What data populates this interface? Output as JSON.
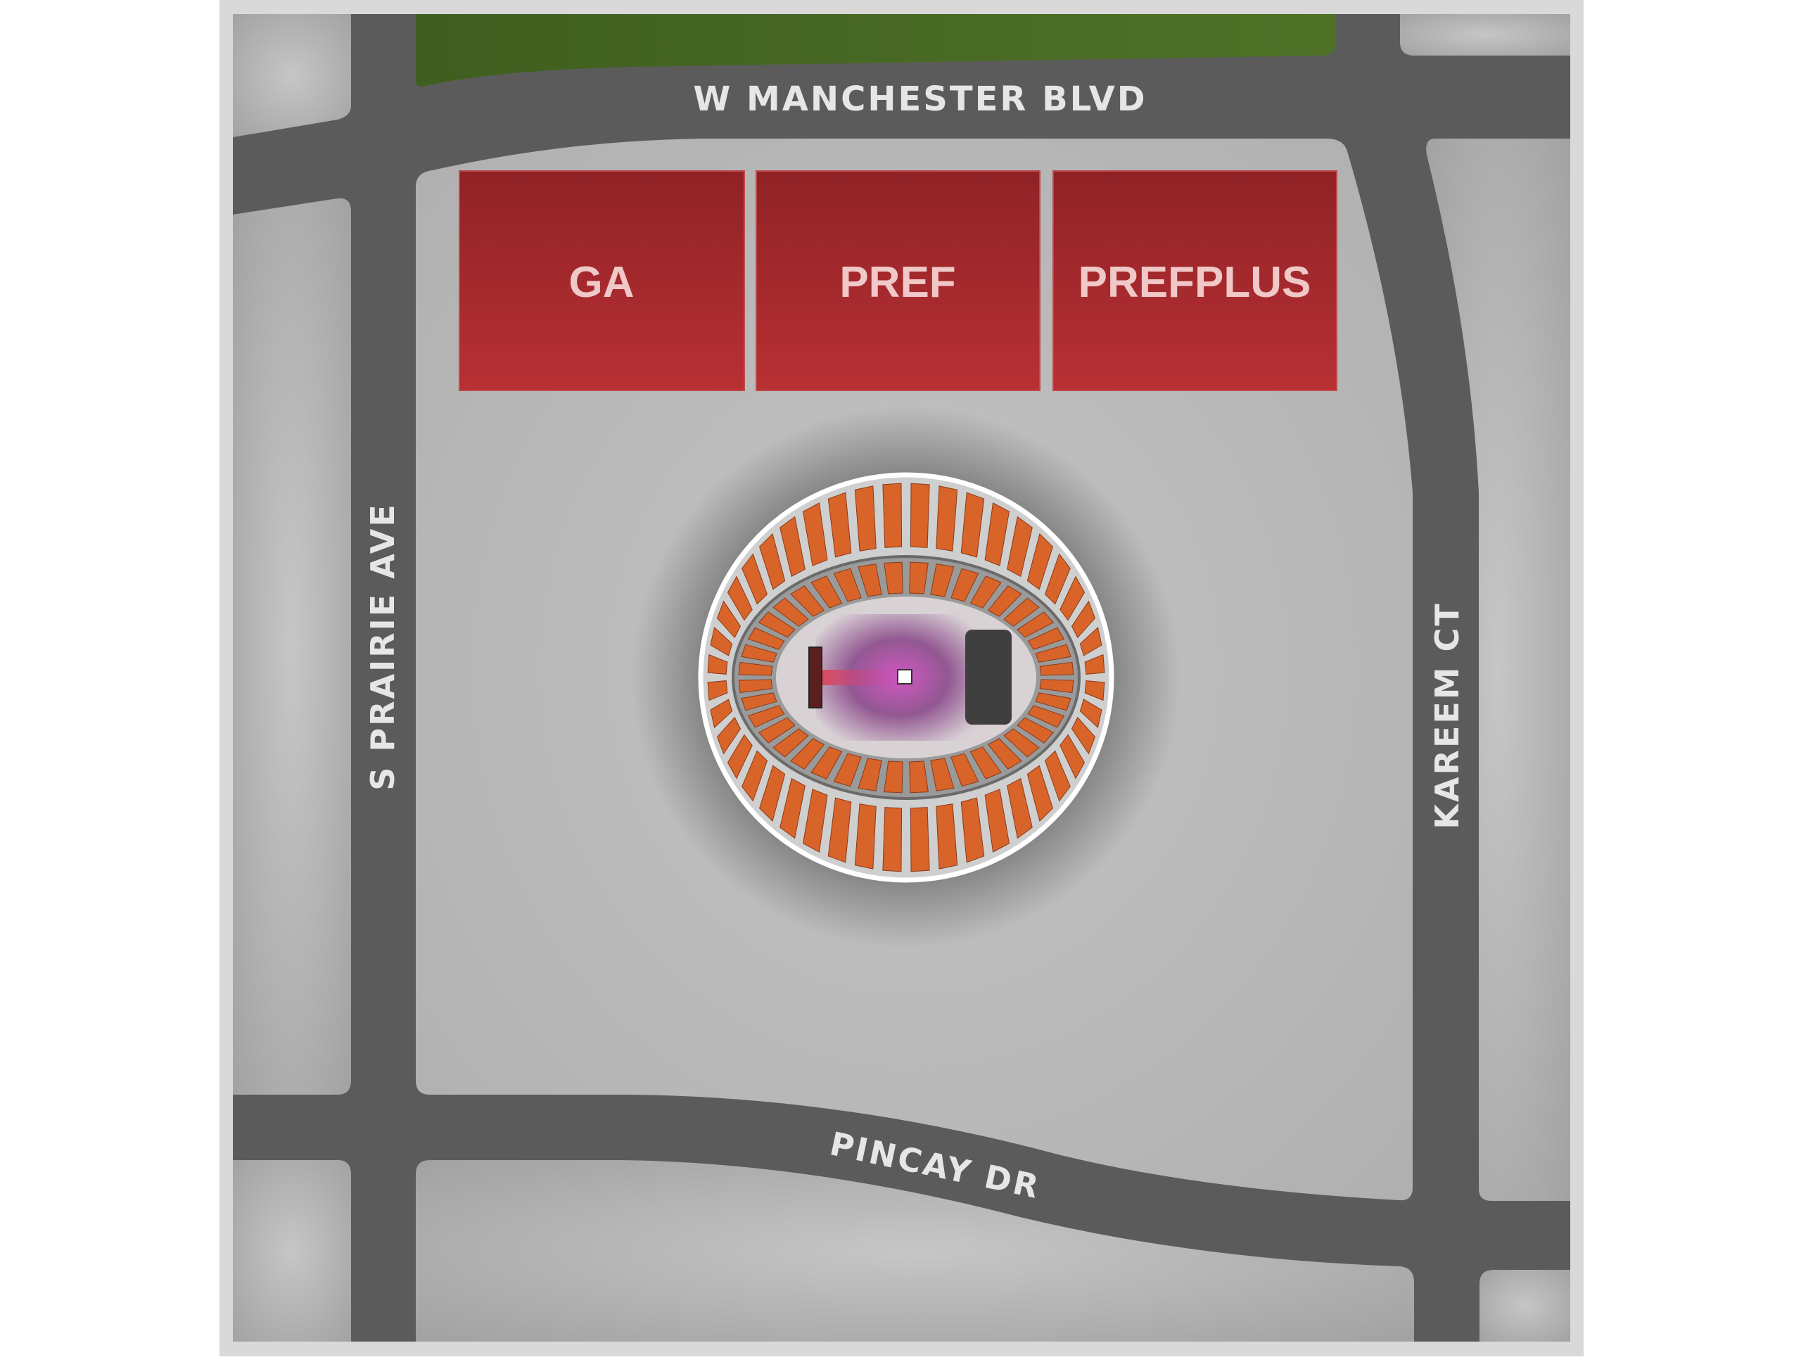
{
  "streets": {
    "north": "W MANCHESTER BLVD",
    "west": "S PRAIRIE AVE",
    "east": "KAREEM CT",
    "south": "PINCAY DR"
  },
  "sections": [
    {
      "id": "ga",
      "label": "GA"
    },
    {
      "id": "pref",
      "label": "PREF"
    },
    {
      "id": "prefplus",
      "label": "PREFPLUS"
    }
  ],
  "colors": {
    "section_red": "#b0282c",
    "seat_orange": "#d8642a",
    "road": "#5b5b5b",
    "block": "#b9b9b9",
    "park": "#4a6a26",
    "frame": "#d9d9d9",
    "stage_pink": "#b04aa8"
  }
}
